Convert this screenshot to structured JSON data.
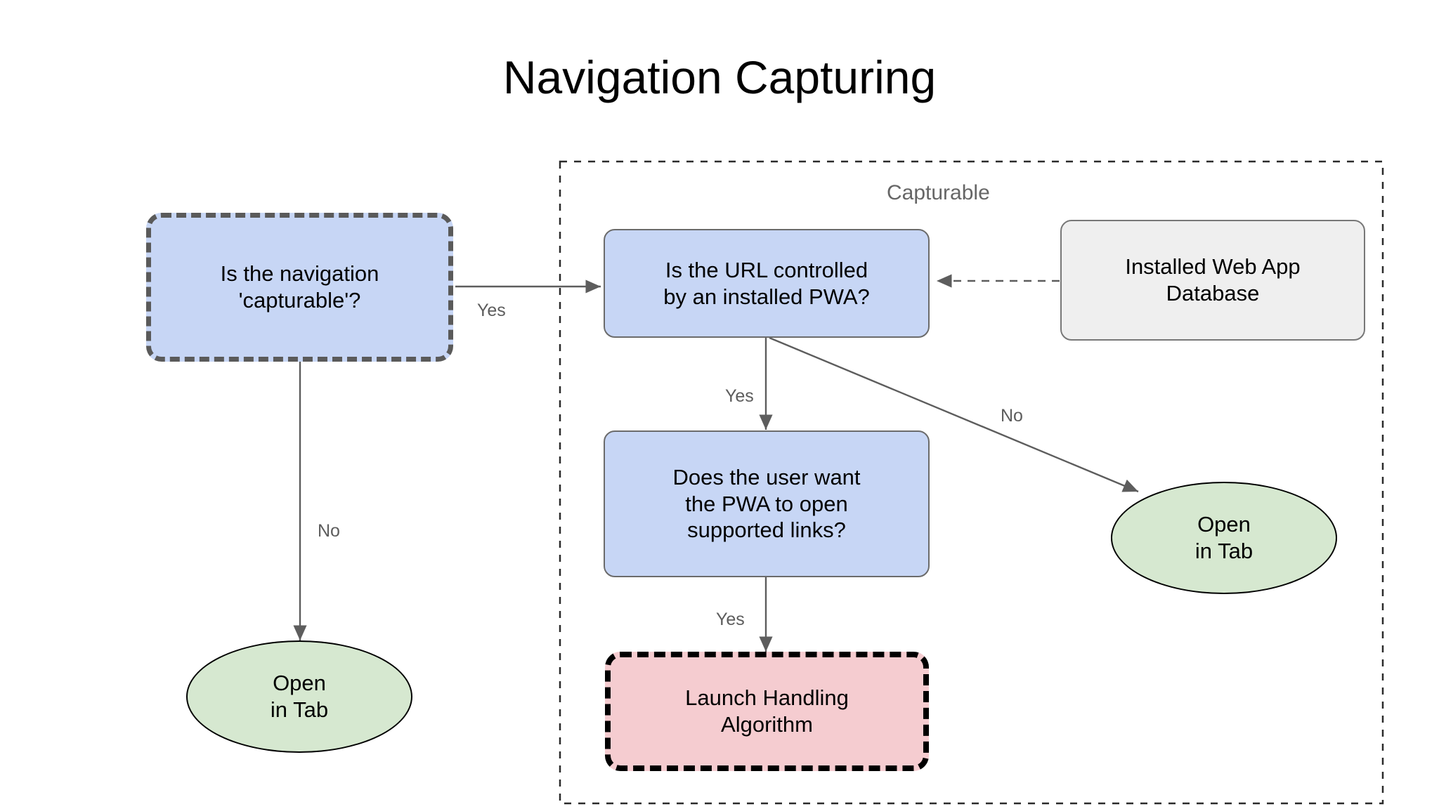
{
  "title": "Navigation Capturing",
  "group": {
    "label": "Capturable"
  },
  "nodes": {
    "is_navigation_capturable": {
      "line1": "Is the navigation",
      "line2": "'capturable'?",
      "shape": "rounded-rect-dashed",
      "fill": "#c7d6f5",
      "stroke": "#5a5a5a"
    },
    "is_url_controlled": {
      "line1": "Is the URL controlled",
      "line2": "by an installed PWA?",
      "shape": "rounded-rect",
      "fill": "#c7d6f5",
      "stroke": "#6b6b6b"
    },
    "installed_web_app_database": {
      "line1": "Installed Web App",
      "line2": "Database",
      "shape": "rounded-rect",
      "fill": "#efefef",
      "stroke": "#777777"
    },
    "does_user_want_pwa": {
      "line1": "Does the user want",
      "line2": "the PWA to open",
      "line3": "supported links?",
      "shape": "rounded-rect",
      "fill": "#c7d6f5",
      "stroke": "#6b6b6b"
    },
    "launch_handling_algorithm": {
      "line1": "Launch Handling",
      "line2": "Algorithm",
      "shape": "rounded-rect-dashed",
      "fill": "#f5ccd0",
      "stroke": "#000000"
    },
    "open_in_tab_left": {
      "line1": "Open",
      "line2": "in Tab",
      "shape": "ellipse",
      "fill": "#d6e8d0",
      "stroke": "#000000"
    },
    "open_in_tab_right": {
      "line1": "Open",
      "line2": "in Tab",
      "shape": "ellipse",
      "fill": "#d6e8d0",
      "stroke": "#000000"
    }
  },
  "edges": {
    "capturable_yes": "Yes",
    "capturable_no": "No",
    "url_yes": "Yes",
    "url_no": "No",
    "user_want_yes": "Yes"
  }
}
